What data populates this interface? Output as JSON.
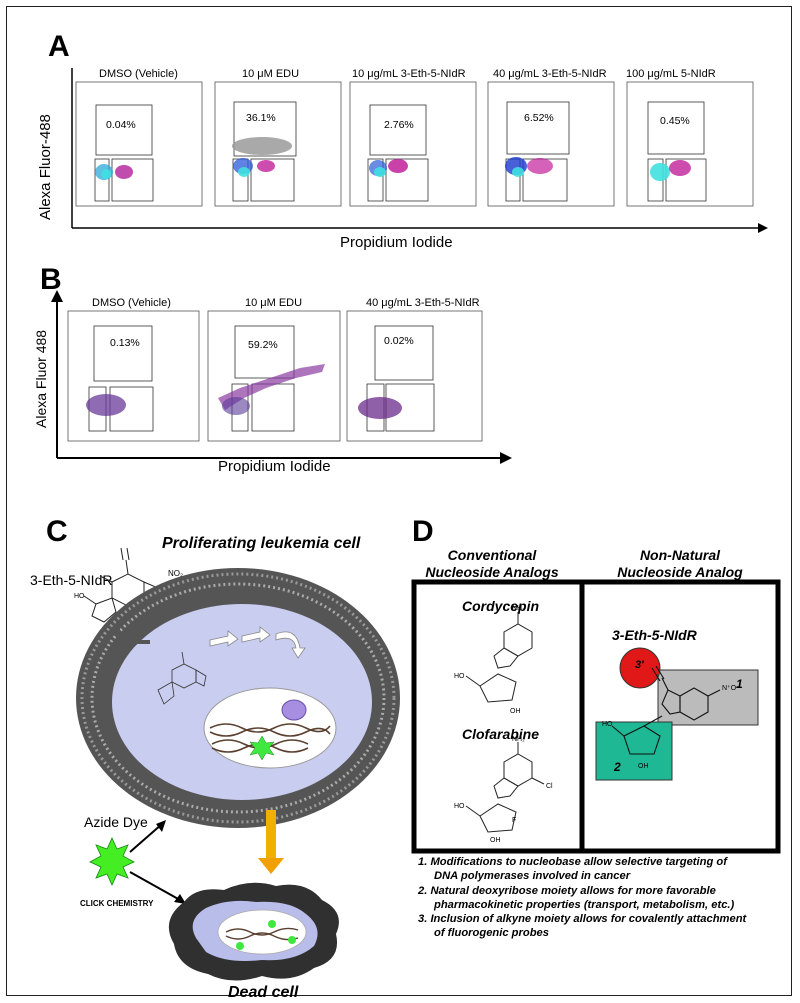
{
  "panel_a": {
    "label": "A",
    "y_axis": "Alexa Fluor-488",
    "x_axis": "Propidium Iodide",
    "plots": [
      {
        "title": "DMSO (Vehicle)",
        "percent": "0.04%"
      },
      {
        "title": "10 μM EDU",
        "percent": "36.1%"
      },
      {
        "title": "10 μg/mL 3-Eth-5-NIdR",
        "percent": "2.76%"
      },
      {
        "title": "40 μg/mL 3-Eth-5-NIdR",
        "percent": "6.52%"
      },
      {
        "title": "100 μg/mL 5-NIdR",
        "percent": "0.45%"
      }
    ]
  },
  "panel_b": {
    "label": "B",
    "y_axis": "Alexa Fluor 488",
    "x_axis": "Propidium Iodide",
    "plots": [
      {
        "title": "DMSO (Vehicle)",
        "percent": "0.13%"
      },
      {
        "title": "10 μM EDU",
        "percent": "59.2%"
      },
      {
        "title": "40 μg/mL 3-Eth-5-NIdR",
        "percent": "0.02%"
      }
    ]
  },
  "panel_c": {
    "label": "C",
    "title": "Proliferating leukemia cell",
    "compound": "3-Eth-5-NIdR",
    "azide": "Azide Dye",
    "click": "CLICK CHEMISTRY",
    "dead": "Dead cell"
  },
  "panel_d": {
    "label": "D",
    "col1": "Conventional Nucleoside Analogs",
    "col2": "Non-Natural Nucleoside Analog",
    "cordycepin": "Cordycepin",
    "clofarabine": "Clofarabine",
    "compound": "3-Eth-5-NIdR",
    "badge_3": "3'",
    "badge_1": "1",
    "badge_2": "2",
    "notes": [
      {
        "line1": "1. Modifications to nucleobase allow selective targeting of",
        "line2": "DNA polymerases involved in cancer"
      },
      {
        "line1": "2. Natural deoxyribose moiety allows for more favorable",
        "line2": "pharmacokinetic properties (transport, metabolism, etc.)"
      },
      {
        "line1": "3. Inclusion of alkyne moiety allows for covalently attachment",
        "line2": "of fluorogenic probes"
      }
    ]
  }
}
